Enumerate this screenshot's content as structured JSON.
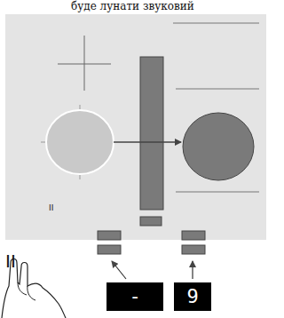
{
  "diagram": {
    "nodes": [
      {
        "text": [
          "-"
        ]
      },
      {
        "text": [
          "9"
        ]
      }
    ],
    "labels": [
      "буде лунати звуковий",
      "II",
      "II"
    ]
  }
}
